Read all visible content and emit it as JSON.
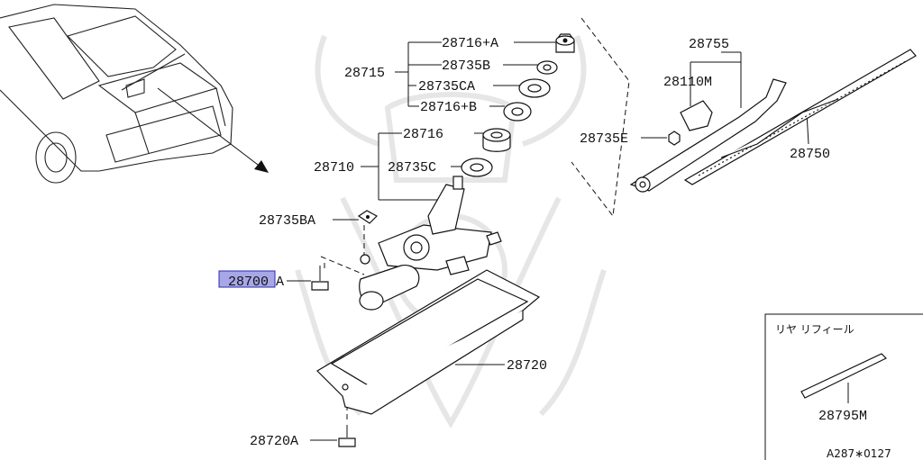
{
  "diagram": {
    "labels": {
      "p28716A": "28716+A",
      "p28735B": "28735B",
      "p28715": "28715",
      "p28735CA": "28735CA",
      "p28716B": "28716+B",
      "p28716": "28716",
      "p28710": "28710",
      "p28735C": "28735C",
      "p28735BA": "28735BA",
      "p28700A_num": "28700",
      "p28700A_suffix": "A",
      "p28720": "28720",
      "p28720A": "28720A",
      "p28755": "28755",
      "p28110M": "28110M",
      "p28735E": "28735E",
      "p28750": "28750",
      "p28795M": "28795M"
    },
    "inset_title": "リヤ リフィール",
    "ref_code": "A287∗0127",
    "highlight_color": "#a7a7e8"
  }
}
